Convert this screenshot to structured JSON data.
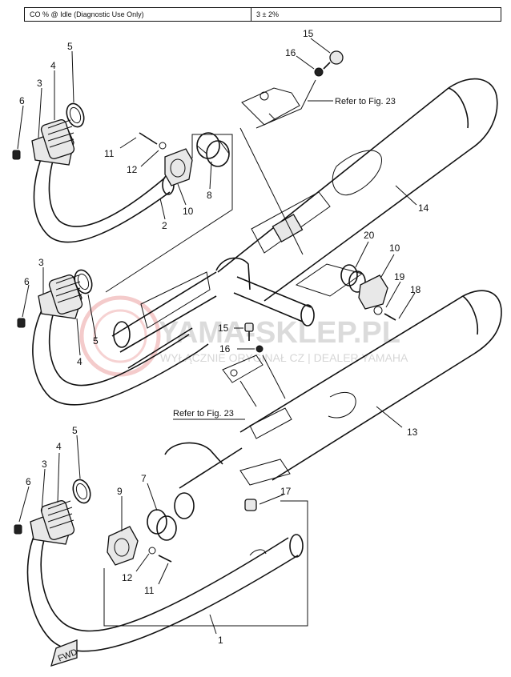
{
  "spec": {
    "label": "CO % @ Idle (Diagnostic Use Only)",
    "value": "3 ± 2%"
  },
  "callouts": {
    "n1": "1",
    "n2": "2",
    "n3a": "3",
    "n3b": "3",
    "n3c": "3",
    "n4a": "4",
    "n4b": "4",
    "n4c": "4",
    "n5a": "5",
    "n5b": "5",
    "n5c": "5",
    "n6a": "6",
    "n6b": "6",
    "n6c": "6",
    "n7": "7",
    "n8": "8",
    "n9": "9",
    "n10a": "10",
    "n10b": "10",
    "n11a": "11",
    "n11b": "11",
    "n12a": "12",
    "n12b": "12",
    "n13": "13",
    "n14": "14",
    "n15a": "15",
    "n15b": "15",
    "n16a": "16",
    "n16b": "16",
    "n17": "17",
    "n18": "18",
    "n19": "19",
    "n20": "20"
  },
  "references": {
    "upper": "Refer to Fig. 23",
    "lower": "Refer to Fig. 23"
  },
  "fwd_label": "FWD",
  "watermark": {
    "title": "YAMA-SKLEP.PL",
    "subtitle": "WYŁĄCZNIE ORYGINAŁ CZ | DEALER YAMAHA"
  },
  "colors": {
    "watermark_logo": "#e06a6a",
    "line": "#111111"
  }
}
